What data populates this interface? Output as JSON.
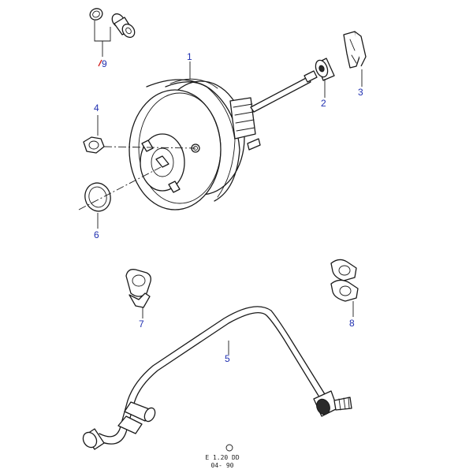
{
  "callouts": {
    "c1": "1",
    "c2": "2",
    "c3": "3",
    "c4": "4",
    "c5": "5",
    "c6": "6",
    "c7": "7",
    "c8": "8",
    "c9": "9"
  },
  "footer": {
    "symbol": "©",
    "code": "E 1.20 DD",
    "date": "04- 90"
  },
  "colors": {
    "callout": "#1f2fb0",
    "line": "#1a1a1a",
    "marker": "#d01818"
  }
}
